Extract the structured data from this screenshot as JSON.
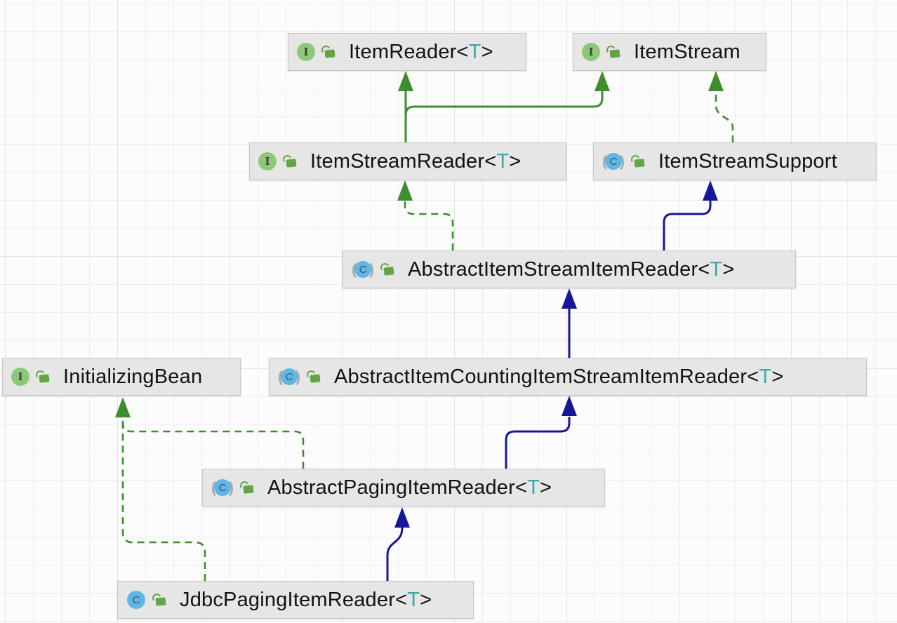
{
  "diagram": {
    "tool": "uml-class-diagram",
    "icon_letters": {
      "interface": "I",
      "class": "C"
    },
    "colors": {
      "interface_edge_green": "#3e8e2d",
      "class_edge_navy": "#16169a",
      "node_background": "#e6e6e6",
      "node_border": "#c7c7c7",
      "generic_type_teal": "#3da8a8",
      "interface_icon_green": "#8cc878",
      "class_icon_blue": "#5eb8e6",
      "lock_icon_green": "#61a544"
    },
    "nodes": [
      {
        "id": "item-reader",
        "label": "ItemReader",
        "generic_open": "<",
        "generic": "T",
        "generic_close": ">",
        "kind": "interface",
        "visibility": "public"
      },
      {
        "id": "item-stream",
        "label": "ItemStream",
        "kind": "interface",
        "visibility": "public"
      },
      {
        "id": "item-stream-reader",
        "label": "ItemStreamReader",
        "generic_open": "<",
        "generic": "T",
        "generic_close": ">",
        "kind": "interface",
        "visibility": "public"
      },
      {
        "id": "item-stream-support",
        "label": "ItemStreamSupport",
        "kind": "abstract-class",
        "visibility": "public"
      },
      {
        "id": "abstract-item-stream-item-reader",
        "label": "AbstractItemStreamItemReader",
        "generic_open": "<",
        "generic": "T",
        "generic_close": ">",
        "kind": "abstract-class",
        "visibility": "public"
      },
      {
        "id": "initializing-bean",
        "label": "InitializingBean",
        "kind": "interface",
        "visibility": "public"
      },
      {
        "id": "abstract-item-counting-item-stream-item-reader",
        "label": "AbstractItemCountingItemStreamItemReader",
        "generic_open": "<",
        "generic": "T",
        "generic_close": ">",
        "kind": "abstract-class",
        "visibility": "public"
      },
      {
        "id": "abstract-paging-item-reader",
        "label": "AbstractPagingItemReader",
        "generic_open": "<",
        "generic": "T",
        "generic_close": ">",
        "kind": "abstract-class",
        "visibility": "public"
      },
      {
        "id": "jdbc-paging-item-reader",
        "label": "JdbcPagingItemReader",
        "kind": "class",
        "generic_open": "<",
        "generic": "T",
        "generic_close": ">",
        "visibility": "public"
      }
    ],
    "edges": [
      {
        "from": "ItemStreamReader",
        "to": "ItemReader",
        "type": "extends",
        "style": "solid-green"
      },
      {
        "from": "ItemStreamReader",
        "to": "ItemStream",
        "type": "extends",
        "style": "solid-green"
      },
      {
        "from": "ItemStreamSupport",
        "to": "ItemStream",
        "type": "implements",
        "style": "dashed-green"
      },
      {
        "from": "AbstractItemStreamItemReader",
        "to": "ItemStreamReader",
        "type": "implements",
        "style": "dashed-green"
      },
      {
        "from": "AbstractItemStreamItemReader",
        "to": "ItemStreamSupport",
        "type": "extends",
        "style": "solid-navy"
      },
      {
        "from": "AbstractItemCountingItemStreamItemReader",
        "to": "AbstractItemStreamItemReader",
        "type": "extends",
        "style": "solid-navy"
      },
      {
        "from": "AbstractPagingItemReader",
        "to": "AbstractItemCountingItemStreamItemReader",
        "type": "extends",
        "style": "solid-navy"
      },
      {
        "from": "AbstractPagingItemReader",
        "to": "InitializingBean",
        "type": "implements",
        "style": "dashed-green"
      },
      {
        "from": "JdbcPagingItemReader",
        "to": "AbstractPagingItemReader",
        "type": "extends",
        "style": "solid-navy"
      },
      {
        "from": "JdbcPagingItemReader",
        "to": "InitializingBean",
        "type": "implements",
        "style": "dashed-green"
      }
    ]
  }
}
